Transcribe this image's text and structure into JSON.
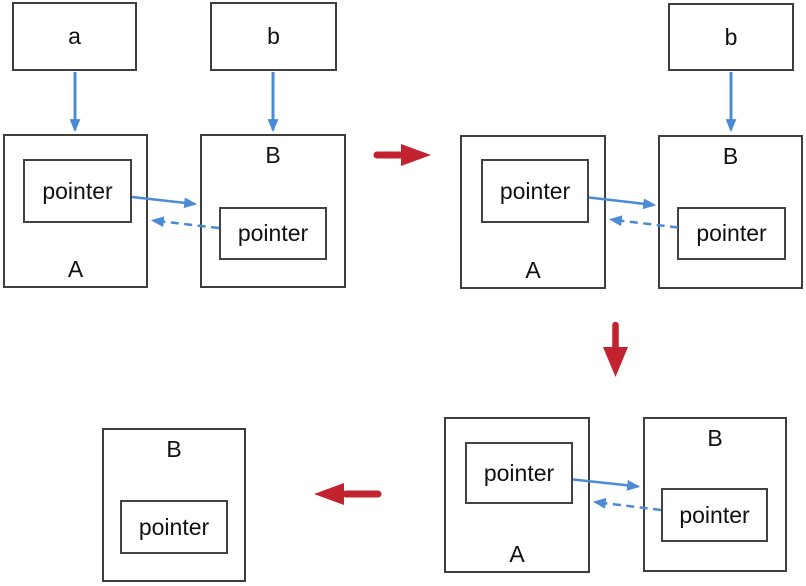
{
  "labels": {
    "var_a": "a",
    "var_b": "b",
    "obj_a_big": "A",
    "obj_b_big": "B",
    "pointer": "pointer"
  },
  "colors": {
    "blue": "#4b8bd4",
    "red": "#c2232e",
    "box_border": "#3e3e3e",
    "text": "#111111",
    "background": "#ffffff"
  },
  "edges": [
    {
      "panel": 1,
      "from": "a",
      "to": "A",
      "style": "solid"
    },
    {
      "panel": 1,
      "from": "b",
      "to": "B",
      "style": "solid"
    },
    {
      "panel": 1,
      "from": "A.pointer",
      "to": "B",
      "style": "solid"
    },
    {
      "panel": 1,
      "from": "B.pointer",
      "to": "A",
      "style": "dashed"
    },
    {
      "panel": 2,
      "from": "b",
      "to": "B",
      "style": "solid"
    },
    {
      "panel": 2,
      "from": "A.pointer",
      "to": "B",
      "style": "solid"
    },
    {
      "panel": 2,
      "from": "B.pointer",
      "to": "A",
      "style": "dashed"
    },
    {
      "panel": 3,
      "from": "A.pointer",
      "to": "B",
      "style": "solid"
    },
    {
      "panel": 3,
      "from": "B.pointer",
      "to": "A",
      "style": "dashed"
    }
  ],
  "transitions": [
    {
      "from": "state-1",
      "to": "state-2",
      "direction": "right"
    },
    {
      "from": "state-2",
      "to": "state-3",
      "direction": "down"
    },
    {
      "from": "state-3",
      "to": "state-4",
      "direction": "left"
    }
  ]
}
